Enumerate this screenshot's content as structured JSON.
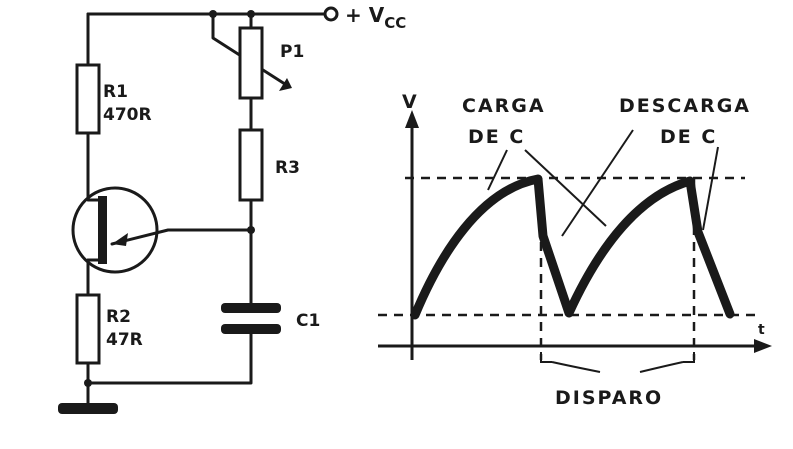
{
  "circuit": {
    "supply_label": "+ V",
    "supply_sub": "CC",
    "r1_name": "R1",
    "r1_value": "470R",
    "p1_name": "P1",
    "r3_name": "R3",
    "r2_name": "R2",
    "r2_value": "47R",
    "c1_name": "C1"
  },
  "graph": {
    "y_axis_label": "V",
    "x_axis_label": "t",
    "charge_label_line1": "CARGA",
    "charge_label_line2": "DE C",
    "discharge_label_line1": "DESCARGA",
    "discharge_label_line2": "DE C",
    "trigger_label": "DISPARO"
  },
  "colors": {
    "ink": "#1a1a1a",
    "background": "#ffffff"
  }
}
